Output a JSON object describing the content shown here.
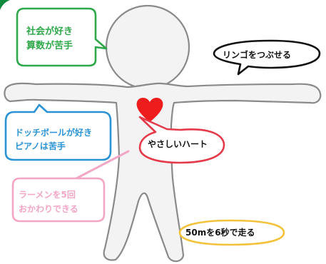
{
  "colors": {
    "body_fill": "#f3f3f3",
    "body_stroke": "#8a8a8a",
    "heart": "#ee1c1c",
    "green": "#2ea84a",
    "black": "#111111",
    "blue": "#2a93d5",
    "red": "#e43a4a",
    "pink": "#f2a6c6",
    "yellow": "#f3c23a",
    "corner_tab": "#0f8a3c"
  },
  "bubbles": {
    "green": {
      "lines": [
        "社会が好き",
        "算数が苦手"
      ]
    },
    "black": {
      "lines": [
        "リンゴをつぶせる"
      ]
    },
    "blue": {
      "lines": [
        "ドッチボールが好き",
        "ピアノは苦手"
      ]
    },
    "red": {
      "lines": [
        "やさしいハート"
      ]
    },
    "pink": {
      "lines": [
        "ラーメンを5回",
        "おかわりできる"
      ]
    },
    "yellow": {
      "lines": [
        "50mを6秒で走る"
      ]
    }
  },
  "icons": {
    "heart": "heart-icon"
  }
}
